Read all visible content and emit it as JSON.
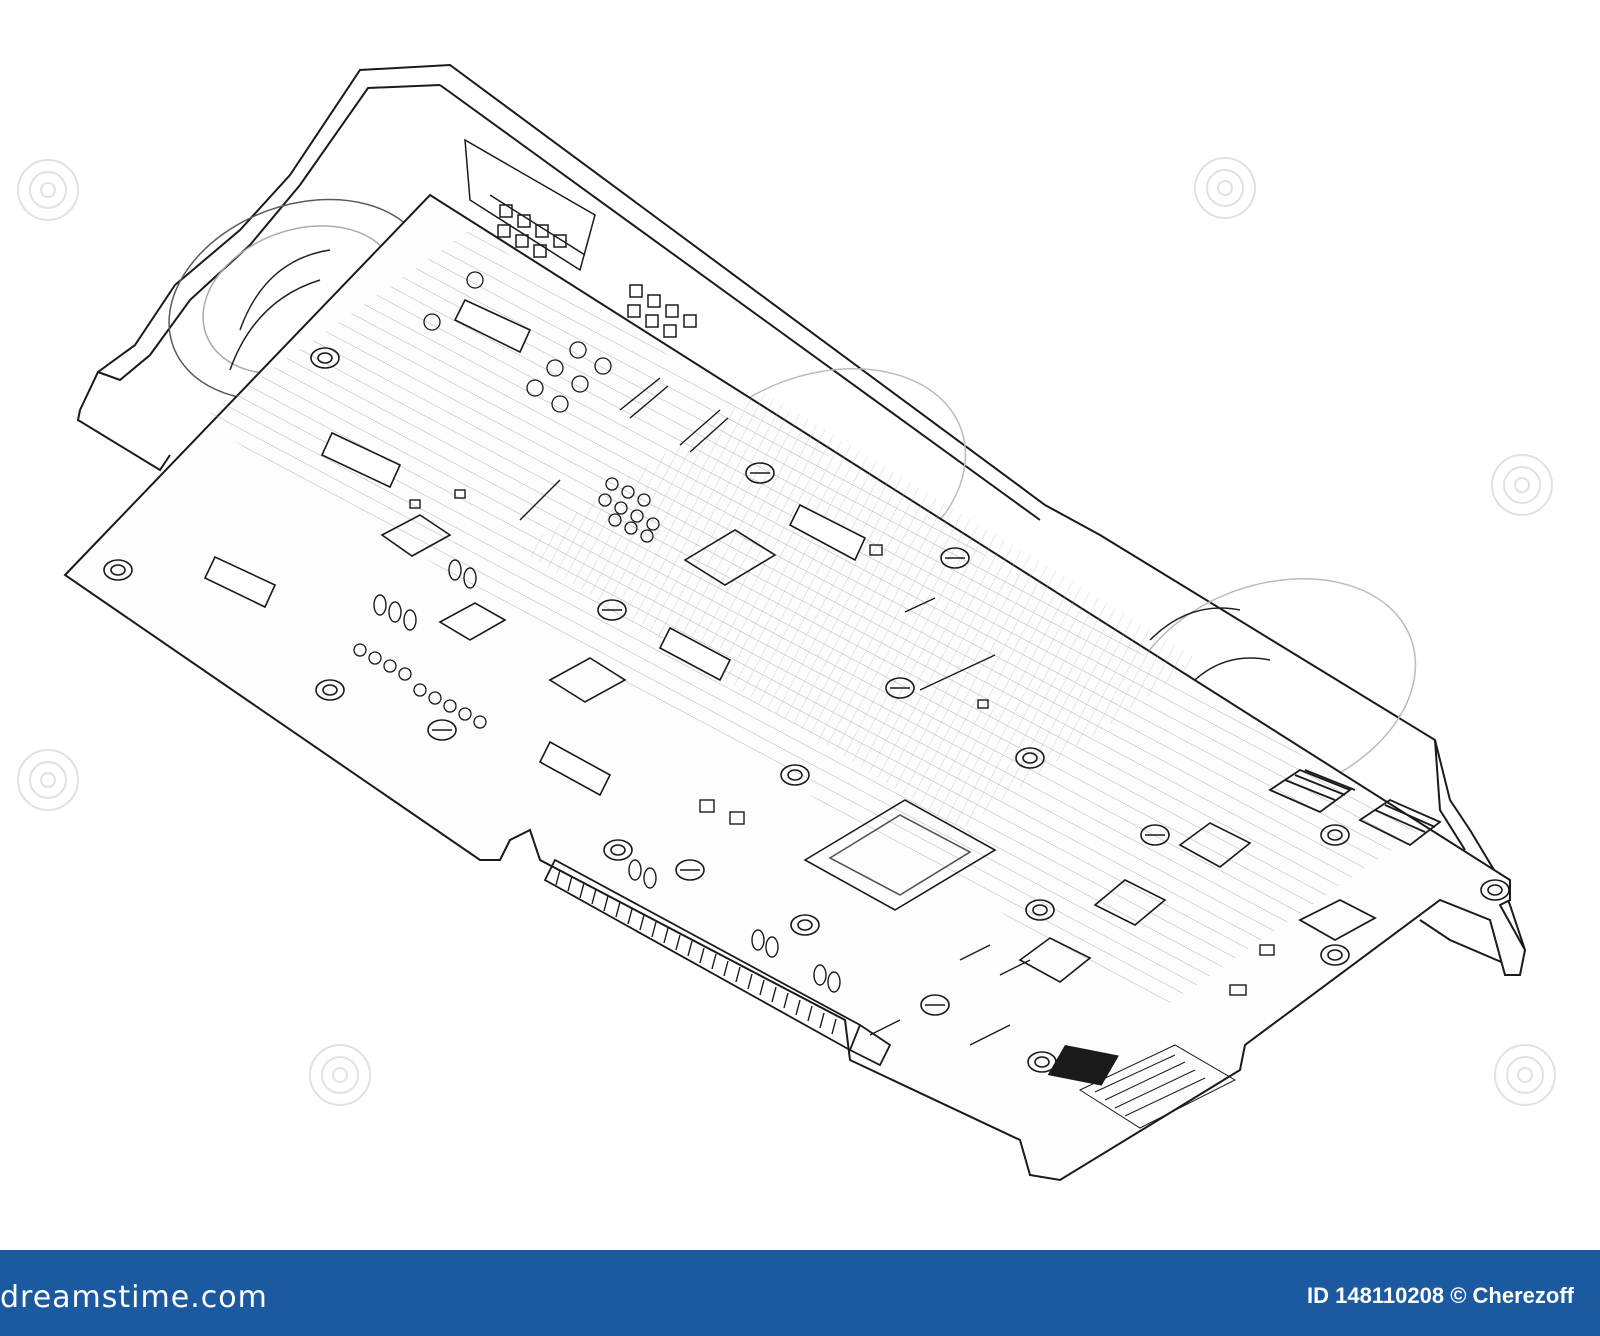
{
  "footer": {
    "brand": "dreamstime.com",
    "id_label": "ID",
    "id_number": "148110208",
    "copyright_symbol": "©",
    "author": "Cherezoff",
    "background_color": "#1b5aa0",
    "text_color": "#ffffff"
  },
  "drawing": {
    "style": "isometric wireframe line drawing of a graphics card",
    "line_color": "#1a1a1a",
    "watermark_icon": "dreamstime-spiral-logo-icon"
  }
}
